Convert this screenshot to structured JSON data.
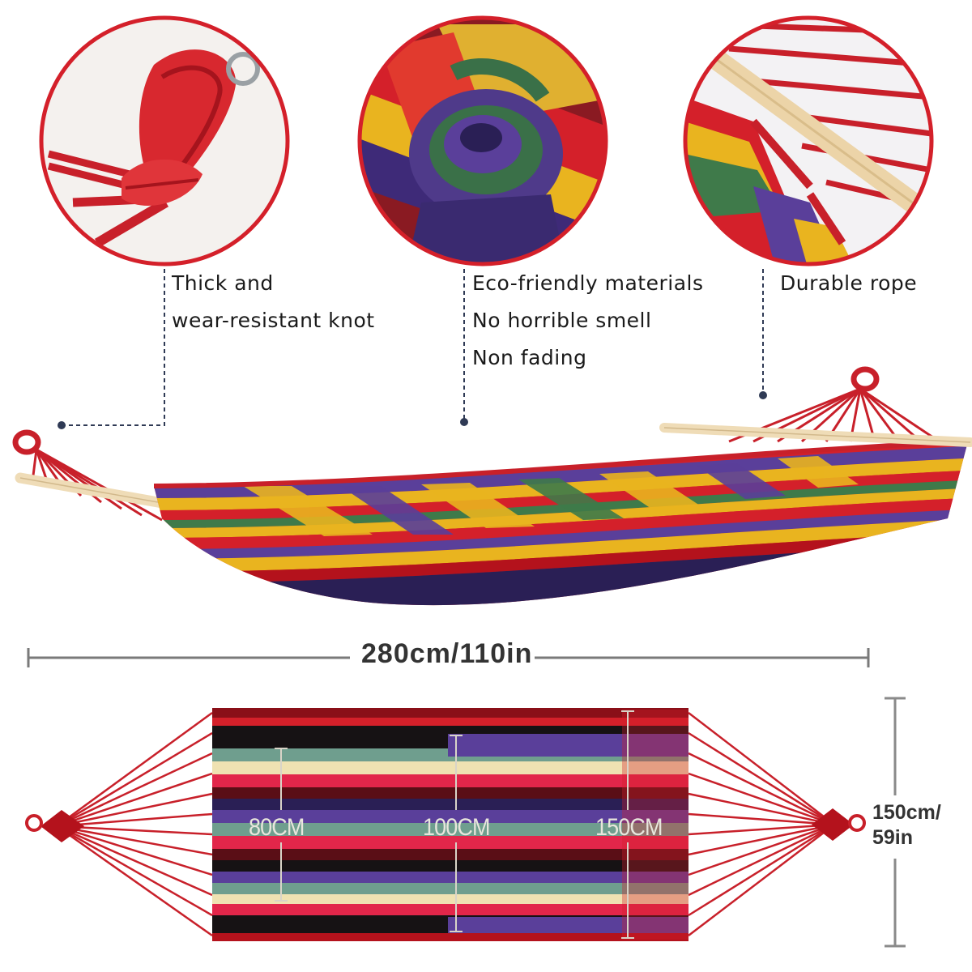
{
  "features": [
    {
      "id": "knot",
      "lines": [
        "Thick and",
        "wear-resistant knot"
      ]
    },
    {
      "id": "materials",
      "lines": [
        "Eco-friendly materials",
        "No horrible smell",
        "Non fading"
      ]
    },
    {
      "id": "rope",
      "lines": [
        "Durable rope"
      ]
    }
  ],
  "dimensions": {
    "length": "280cm/110in",
    "width_line1": "150cm/",
    "width_line2": "59in",
    "sizes": [
      "80CM",
      "100CM",
      "150CM"
    ]
  },
  "colors": {
    "red": "#d4202a",
    "dark_red": "#b4121c",
    "purple": "#5a3f9a",
    "navy": "#2a1f55",
    "yellow": "#e9b41f",
    "green": "#3f7a4a",
    "teal": "#6f9e8e",
    "cream": "#efe2b2",
    "dark_stripe": "#161214",
    "wood": "#efdcb7",
    "dash": "#2f3a55"
  }
}
